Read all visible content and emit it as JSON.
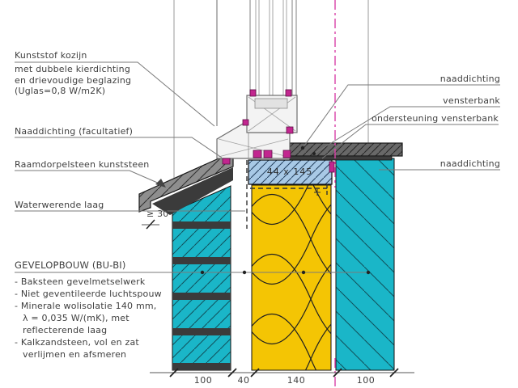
{
  "drawing": {
    "left_labels": {
      "kozijn_line1": "Kunststof kozijn",
      "kozijn_line2": "met dubbele kierdichting",
      "kozijn_line3": "en drievoudige beglazing",
      "kozijn_line4": "(Uglas=0,8 W/m2K)",
      "naaddichting_facultatief": "Naaddichting (facultatief)",
      "raamdorpelsteen": "Raamdorpelsteen kunststeen",
      "waterwerende_laag": "Waterwerende laag"
    },
    "gevelopbouw": {
      "heading": "GEVELOPBOUW (BU-BI)",
      "items": [
        "- Baksteen gevelmetselwerk",
        "- Niet geventileerde luchtspouw",
        "- Minerale wolisolatie 140 mm,",
        "λ = 0,035 W/(mK), met",
        "reflecterende laag",
        "- Kalkzandsteen, vol en zat",
        "verlijmen en afsmeren"
      ]
    },
    "right_labels": {
      "naaddichting_top": "naaddichting",
      "vensterbank": "vensterbank",
      "ondersteuning_vensterbank": "ondersteuning vensterbank",
      "naaddichting_bottom": "naaddichting"
    },
    "annotations": {
      "stelkozijn_size": "44 x 145",
      "min_overlap": "≥ 30"
    },
    "dimensions_bottom": [
      "100",
      "40",
      "140",
      "100"
    ],
    "colors": {
      "masonry_teal": "#1AB6C8",
      "insulation_yellow": "#F4C504",
      "timber_blue": "#A8C9E6",
      "seal_magenta": "#C2268F",
      "centerline_magenta": "#D942A8",
      "sill_gray": "#686868",
      "stone_gray": "#8E8E8E"
    }
  }
}
